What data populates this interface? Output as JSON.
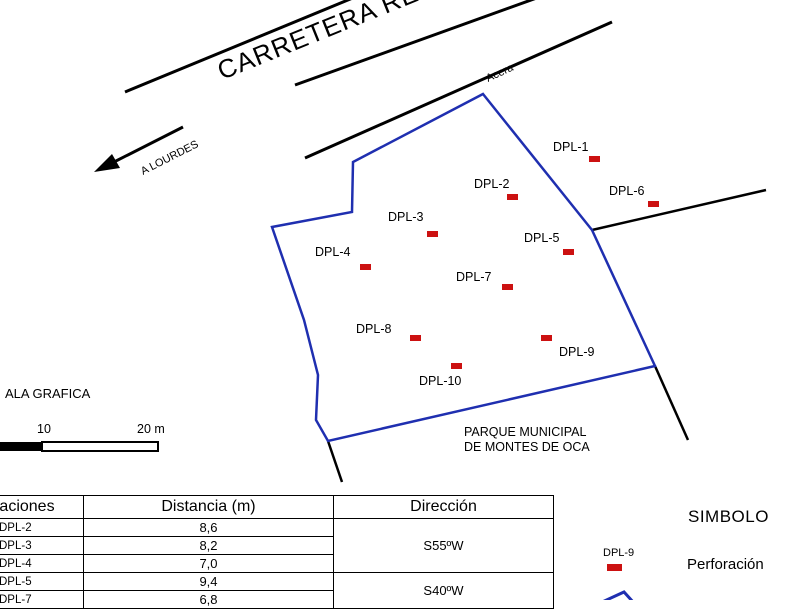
{
  "map": {
    "road_name": "CARRETERA RE",
    "sidewalk_label": "Acera",
    "direction_label": "A  LOURDES",
    "park_label_line1": "PARQUE MUNICIPAL",
    "park_label_line2": "DE MONTES DE OCA",
    "property_boundary_color": "#1f2fb0",
    "well_color": "#cc1111",
    "wells": [
      {
        "id": "DPL-1",
        "label": "DPL-1"
      },
      {
        "id": "DPL-2",
        "label": "DPL-2"
      },
      {
        "id": "DPL-3",
        "label": "DPL-3"
      },
      {
        "id": "DPL-4",
        "label": "DPL-4"
      },
      {
        "id": "DPL-5",
        "label": "DPL-5"
      },
      {
        "id": "DPL-6",
        "label": "DPL-6"
      },
      {
        "id": "DPL-7",
        "label": "DPL-7"
      },
      {
        "id": "DPL-8",
        "label": "DPL-8"
      },
      {
        "id": "DPL-9",
        "label": "DPL-9"
      },
      {
        "id": "DPL-10",
        "label": "DPL-10"
      }
    ]
  },
  "scale": {
    "title": "ALA GRAFICA",
    "mark_mid": "10",
    "mark_end": "20 m"
  },
  "table": {
    "headers": [
      "aciones",
      "Distancia (m)",
      "Dirección"
    ],
    "rows": [
      {
        "well": "DPL-2",
        "distance": "8,6"
      },
      {
        "well": "DPL-3",
        "distance": "8,2"
      },
      {
        "well": "DPL-4",
        "distance": "7,0"
      },
      {
        "well": "DPL-5",
        "distance": "9,4"
      },
      {
        "well": "DPL-7",
        "distance": "6,8"
      }
    ],
    "direction_group_1": "S55ºW",
    "direction_group_2": "S40ºW"
  },
  "legend": {
    "title": "SIMBOLO",
    "sample_label": "DPL-9",
    "item_text": "Perforación"
  }
}
